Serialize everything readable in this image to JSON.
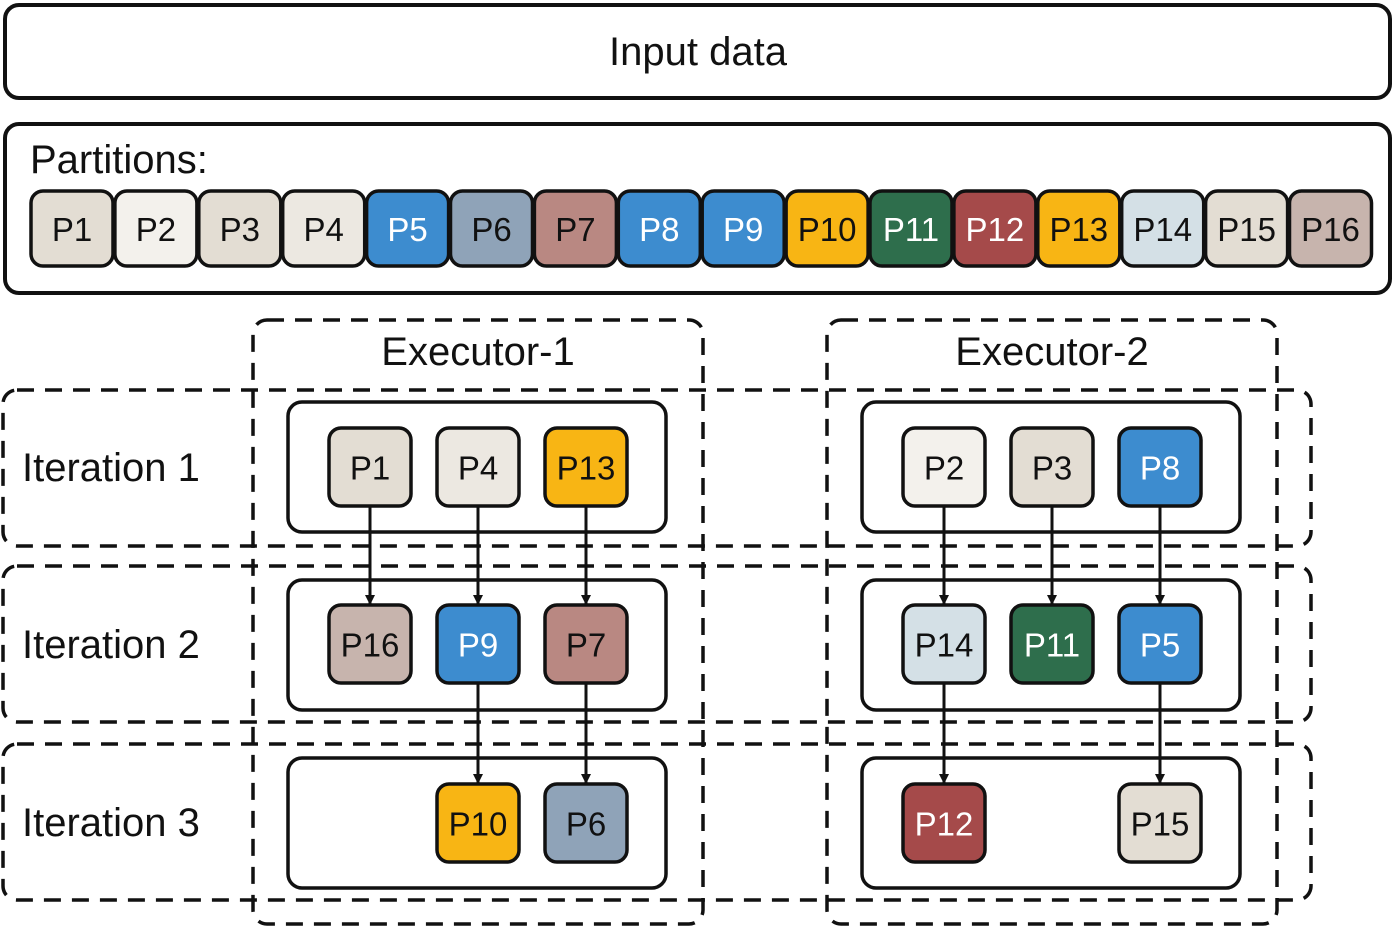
{
  "title": "Input data",
  "partitions_label": "Partitions:",
  "colors": {
    "P1": "#e3ddd3",
    "P2": "#f3f1ec",
    "P3": "#e3ddd3",
    "P4": "#ece8e1",
    "P5": "#3d8ccf",
    "P6": "#8fa3b8",
    "P7": "#b98882",
    "P8": "#3d8ccf",
    "P9": "#3d8ccf",
    "P10": "#f8b514",
    "P11": "#2e6e4c",
    "P12": "#a54a4a",
    "P13": "#f8b514",
    "P14": "#d4e0e6",
    "P15": "#e3ddd3",
    "P16": "#c7b4ad"
  },
  "partitions": [
    "P1",
    "P2",
    "P3",
    "P4",
    "P5",
    "P6",
    "P7",
    "P8",
    "P9",
    "P10",
    "P11",
    "P12",
    "P13",
    "P14",
    "P15",
    "P16"
  ],
  "executors": [
    {
      "label": "Executor-1",
      "iterations": [
        [
          "P1",
          "P4",
          "P13"
        ],
        [
          "P16",
          "P9",
          "P7"
        ],
        [
          "",
          "P10",
          "P6"
        ]
      ]
    },
    {
      "label": "Executor-2",
      "iterations": [
        [
          "P2",
          "P3",
          "P8"
        ],
        [
          "P14",
          "P11",
          "P5"
        ],
        [
          "P12",
          "",
          "P15"
        ]
      ]
    }
  ],
  "iterations": [
    "Iteration 1",
    "Iteration 2",
    "Iteration 3"
  ]
}
